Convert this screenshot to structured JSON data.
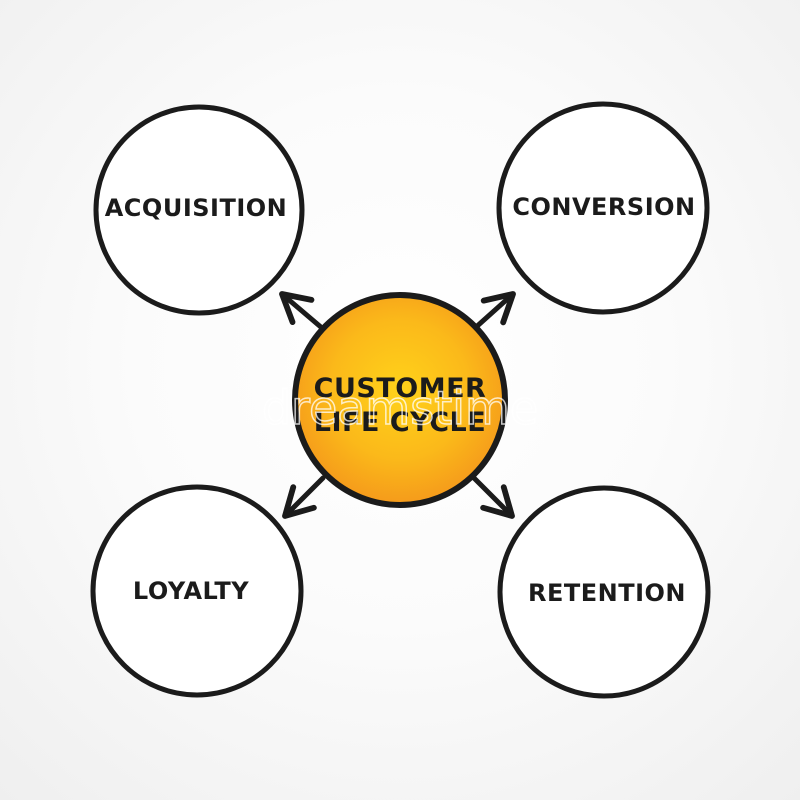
{
  "diagram": {
    "title": "CUSTOMER LIFE CYCLE",
    "center": {
      "lines": [
        "CUSTOMER",
        "LIFE CYCLE"
      ],
      "fill_color": "#f7a21b",
      "highlight_color": "#ffd21a"
    },
    "nodes": [
      {
        "id": "acquisition",
        "label": "ACQUISITION",
        "position": "top-left"
      },
      {
        "id": "conversion",
        "label": "CONVERSION",
        "position": "top-right"
      },
      {
        "id": "loyalty",
        "label": "LOYALTY",
        "position": "bottom-left"
      },
      {
        "id": "retention",
        "label": "RETENTION",
        "position": "bottom-right"
      }
    ],
    "edges": [
      {
        "from": "center",
        "to": "acquisition",
        "arrow": "to"
      },
      {
        "from": "center",
        "to": "conversion",
        "arrow": "to"
      },
      {
        "from": "center",
        "to": "loyalty",
        "arrow": "to"
      },
      {
        "from": "center",
        "to": "retention",
        "arrow": "to"
      }
    ],
    "stroke_color": "#1b1b1b",
    "watermark": "dreamstime"
  }
}
